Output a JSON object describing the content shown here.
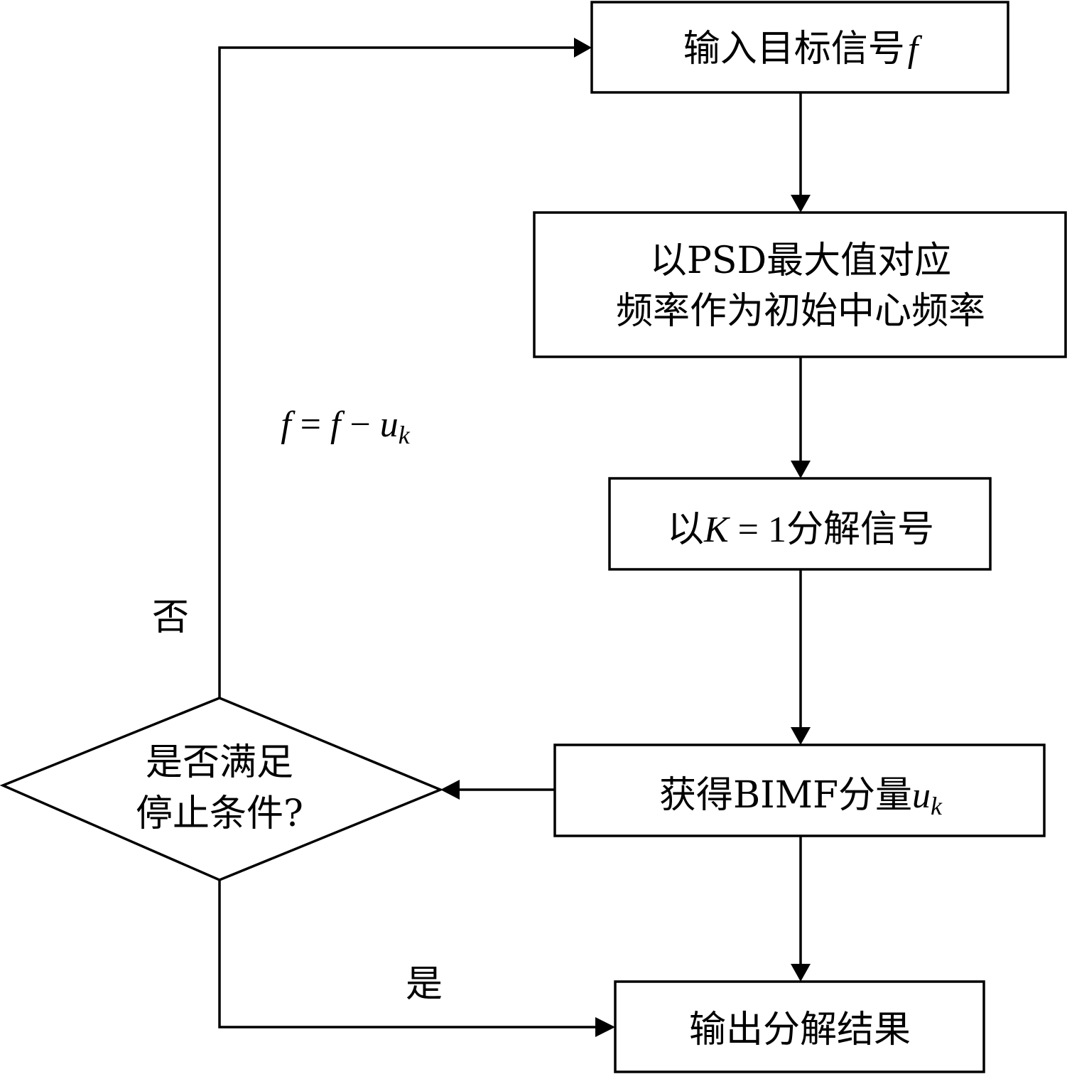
{
  "nodes": {
    "input_signal": {
      "text": "输入目标信号",
      "var": "f"
    },
    "psd_init": {
      "line1": "以PSD最大值对应",
      "line2": "频率作为初始中心频率"
    },
    "decompose": {
      "pre": "以",
      "k_var": "K",
      "eq": " = 1",
      "post": "分解信号"
    },
    "get_bimf": {
      "text": "获得BIMF分量",
      "var": "u",
      "sub": "k"
    },
    "decision": {
      "line1": "是否满足",
      "line2": "停止条件?"
    },
    "output": {
      "text": "输出分解结果"
    }
  },
  "edges": {
    "no_label": "否",
    "yes_label": "是",
    "update": {
      "lhs": "f",
      "eq": " = ",
      "f2": "f",
      "minus": " − ",
      "u": "u",
      "sub": "k"
    }
  }
}
